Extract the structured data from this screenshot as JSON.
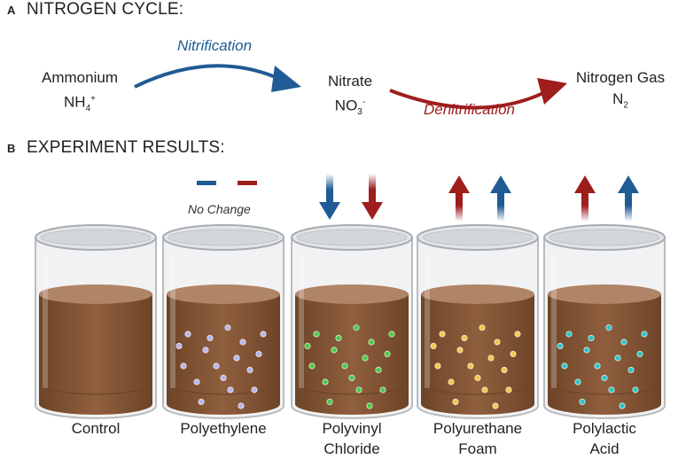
{
  "panel_a": {
    "letter": "A",
    "title": "NITROGEN CYCLE:",
    "nodes": {
      "ammonium": {
        "name": "Ammonium",
        "formula": "NH",
        "sub": "4",
        "sup": "+"
      },
      "nitrate": {
        "name": "Nitrate",
        "formula": "NO",
        "sub": "3",
        "sup": "-"
      },
      "nitrogen_gas": {
        "name": "Nitrogen Gas",
        "formula": "N",
        "sub": "2",
        "sup": ""
      }
    },
    "processes": {
      "nitrification": "Nitrification",
      "denitrification": "Denitrification"
    }
  },
  "panel_b": {
    "letter": "B",
    "title": "EXPERIMENT RESULTS:",
    "no_change": "No Change",
    "jars": [
      {
        "line1": "Control",
        "line2": "",
        "effect": "none"
      },
      {
        "line1": "Polyethylene",
        "line2": "",
        "effect": "no-change",
        "particle_color": "#b7b5ea"
      },
      {
        "line1": "Polyvinyl",
        "line2": "Chloride",
        "effect": "down",
        "particle_color": "#4cc94c"
      },
      {
        "line1": "Polyurethane",
        "line2": "Foam",
        "effect": "up",
        "particle_color": "#f5c64f"
      },
      {
        "line1": "Polylactic",
        "line2": "Acid",
        "effect": "up",
        "particle_color": "#2fc4c4"
      }
    ]
  },
  "colors": {
    "nitrification": "#1f5b94",
    "denitrification": "#9e1d1d",
    "soil": "#8a5a3a",
    "soil_top": "#b08466",
    "glass": "#c9cdd0"
  }
}
